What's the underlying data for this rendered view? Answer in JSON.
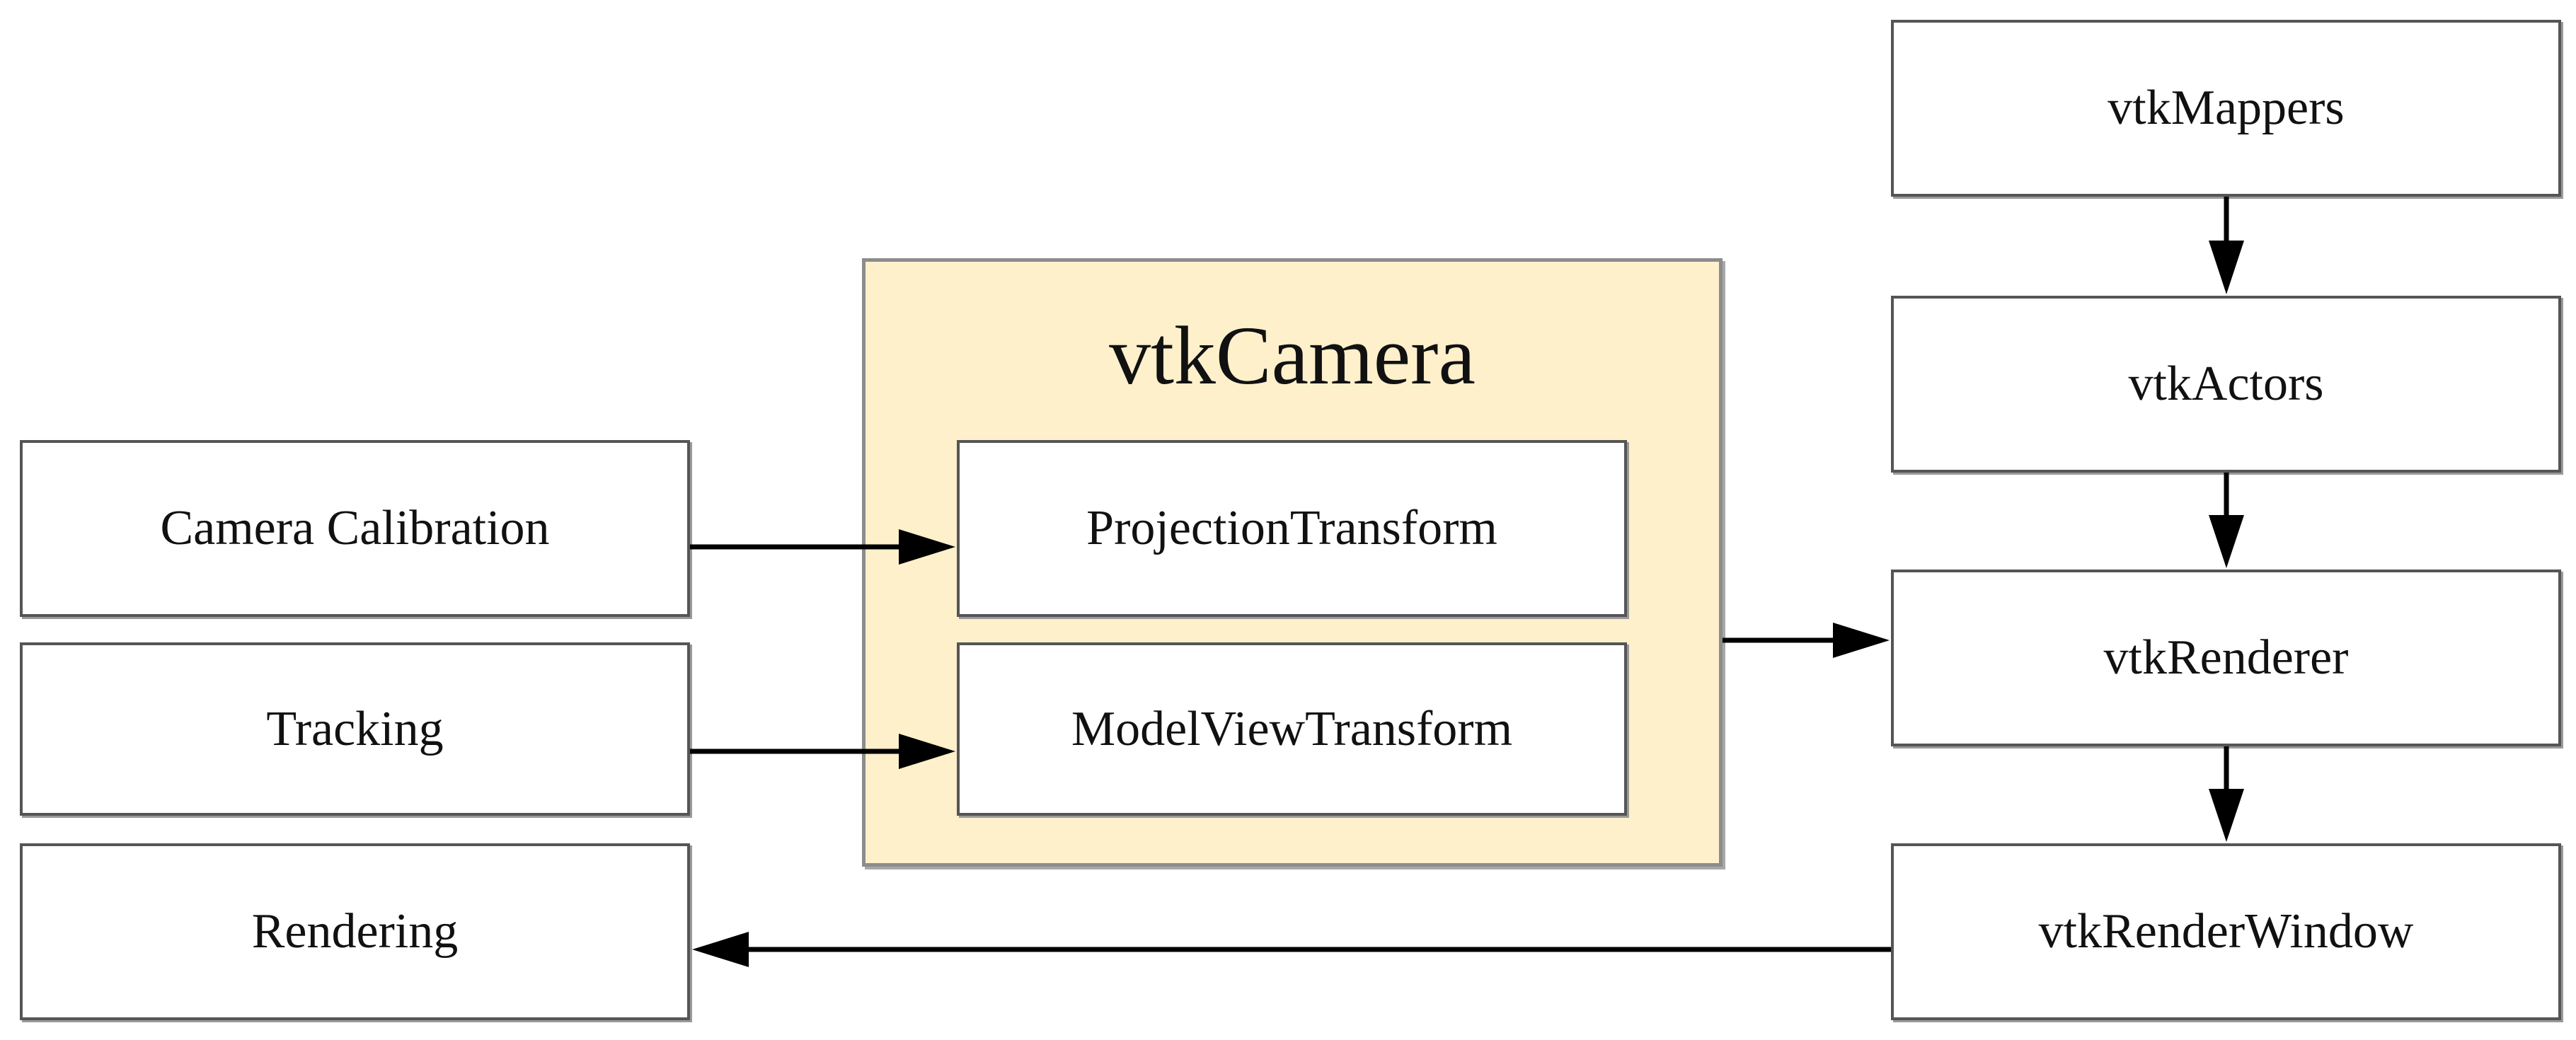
{
  "diagram": {
    "camera_group": {
      "title": "vtkCamera"
    },
    "nodes": {
      "camera_calibration": "Camera Calibration",
      "tracking": "Tracking",
      "rendering": "Rendering",
      "projection_transform": "ProjectionTransform",
      "modelview_transform": "ModelViewTransform",
      "vtk_mappers": "vtkMappers",
      "vtk_actors": "vtkActors",
      "vtk_renderer": "vtkRenderer",
      "vtk_render_window": "vtkRenderWindow"
    },
    "edges": [
      {
        "from": "Camera Calibration",
        "to": "ProjectionTransform"
      },
      {
        "from": "Tracking",
        "to": "ModelViewTransform"
      },
      {
        "from": "vtkCamera",
        "to": "vtkRenderer"
      },
      {
        "from": "vtkMappers",
        "to": "vtkActors"
      },
      {
        "from": "vtkActors",
        "to": "vtkRenderer"
      },
      {
        "from": "vtkRenderer",
        "to": "vtkRenderWindow"
      },
      {
        "from": "vtkRenderWindow",
        "to": "Rendering"
      }
    ],
    "colors": {
      "group_fill": "#fdf0cb",
      "border": "#555555",
      "arrow": "#000000"
    }
  }
}
